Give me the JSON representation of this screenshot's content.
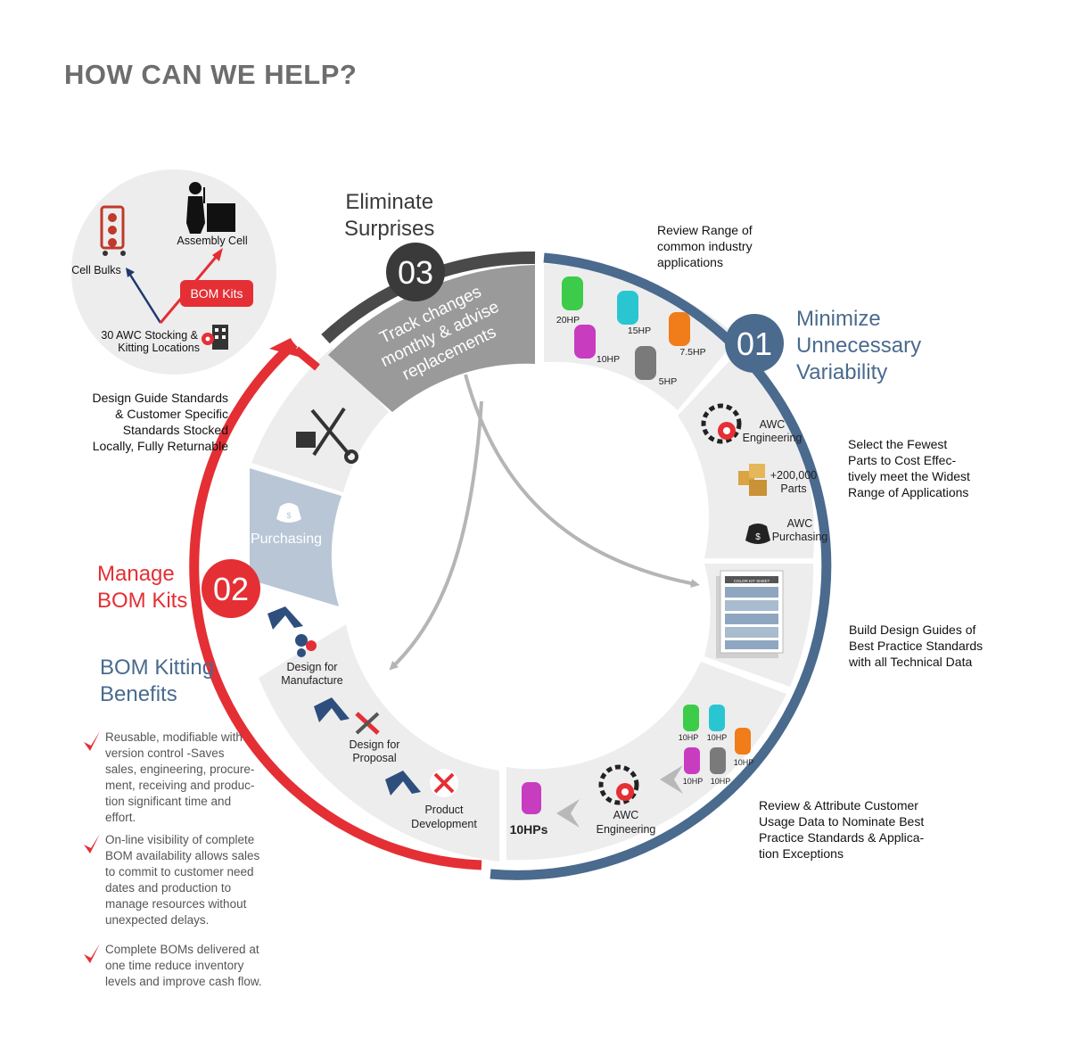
{
  "heading": "HOW CAN WE HELP?",
  "colors": {
    "blue": "#4a6a8e",
    "red": "#e42f35",
    "dark": "#4a4a4a",
    "grey_panel": "#ededed",
    "purchasing_panel": "#b8c6d6",
    "heading_grey": "#6d6d6d"
  },
  "steps": {
    "s01": {
      "number": "01",
      "title_lines": [
        "Minimize",
        "Unnecessary",
        "Variability"
      ]
    },
    "s02": {
      "number": "02",
      "title_lines": [
        "Manage",
        "BOM Kits"
      ]
    },
    "s03": {
      "number": "03",
      "title_lines": [
        "Eliminate",
        "Surprises"
      ],
      "banner_lines": [
        "Track changes",
        "monthly & advise",
        "replacements"
      ]
    }
  },
  "top_panel": {
    "assembly_cell": "Assembly Cell",
    "cell_bulks": "Cell Bulks",
    "bom_kits": "BOM Kits",
    "stocking_lines": [
      "30 AWC Stocking &",
      "Kitting Locations"
    ]
  },
  "callouts": {
    "review_range": [
      "Review Range of",
      "common industry",
      "applications"
    ],
    "select_fewest": [
      "Select the Fewest",
      "Parts to Cost Effec-",
      "tively meet the Widest",
      "Range of Applications"
    ],
    "build_guides": [
      "Build Design Guides of",
      "Best Practice Standards",
      "with all Technical Data"
    ],
    "review_usage": [
      "Review & Attribute Customer",
      "Usage Data to Nominate Best",
      "Practice Standards & Applica-",
      "tion Exceptions"
    ],
    "design_guide_standards": [
      "Design Guide Standards",
      "& Customer Specific",
      "Standards Stocked",
      "Locally, Fully Returnable"
    ]
  },
  "panel_labels": {
    "hp_20": "20HP",
    "hp_15": "15HP",
    "hp_7_5": "7.5HP",
    "hp_10": "10HP",
    "hp_5": "5HP",
    "awc_engineering_lines": [
      "AWC",
      "Engineering"
    ],
    "parts_lines": [
      "+200,000",
      "Parts"
    ],
    "awc_purchasing_lines": [
      "AWC",
      "Purchasing"
    ],
    "guide_doc_title": "COLOR KIT SHEET",
    "hp10_label": "10HP",
    "ten_hps": "10HPs",
    "awc_engineering_bottom_lines": [
      "AWC",
      "Engineering"
    ],
    "purchasing": "Purchasing",
    "design_for_manufacture_lines": [
      "Design for",
      "Manufacture"
    ],
    "design_for_proposal_lines": [
      "Design for",
      "Proposal"
    ],
    "product_development_lines": [
      "Product",
      "Development"
    ]
  },
  "benefits": {
    "title_lines": [
      "BOM Kitting",
      "Benefits"
    ],
    "items": [
      {
        "lines": [
          "Reusable, modifiable with",
          "version control -Saves",
          "sales, engineering, procure-",
          "ment, receiving and produc-",
          "tion significant time and",
          "effort."
        ]
      },
      {
        "lines": [
          "On-line visibility of complete",
          "BOM availability allows sales",
          "to commit to customer need",
          "dates and production to",
          "manage resources without",
          "unexpected delays."
        ]
      },
      {
        "lines": [
          "Complete BOMs delivered at",
          "one time reduce inventory",
          "levels and improve cash flow."
        ]
      }
    ]
  }
}
